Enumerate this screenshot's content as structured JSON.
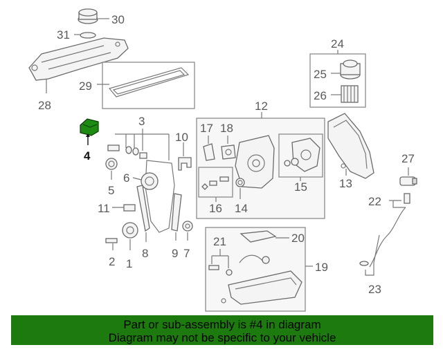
{
  "labels": {
    "l1": "1",
    "l2": "2",
    "l3": "3",
    "l4": "4",
    "l5": "5",
    "l6": "6",
    "l7": "7",
    "l8": "8",
    "l9": "9",
    "l10": "10",
    "l11": "11",
    "l12": "12",
    "l13": "13",
    "l14": "14",
    "l15": "15",
    "l16": "16",
    "l17": "17",
    "l18": "18",
    "l19": "19",
    "l20": "20",
    "l21": "21",
    "l22": "22",
    "l23": "23",
    "l24": "24",
    "l25": "25",
    "l26": "26",
    "l27": "27",
    "l28": "28",
    "l29": "29",
    "l30": "30",
    "l31": "31"
  },
  "highlight": {
    "part_number": "4",
    "color": "#1d7a0e"
  },
  "banner": {
    "line1": "Part or sub-assembly is #4 in diagram",
    "line2": "Diagram may not be specific to your vehicle",
    "color": "#1d7a0e"
  }
}
